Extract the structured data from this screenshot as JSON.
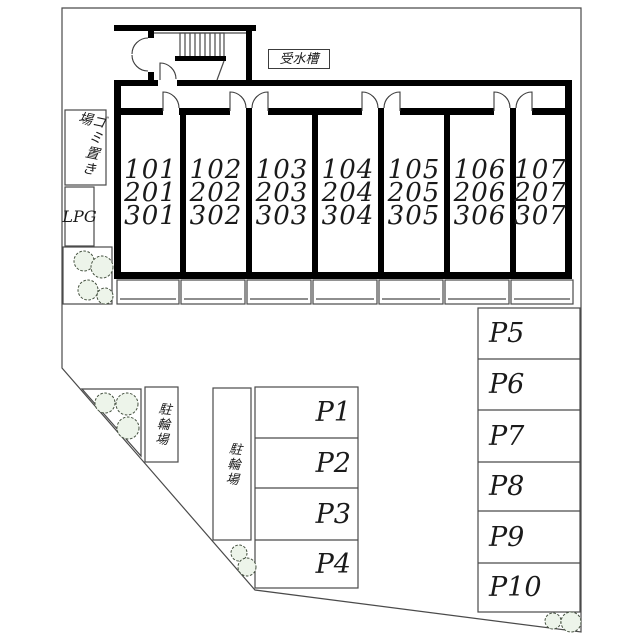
{
  "labels": {
    "water_tank": "受水槽",
    "garbage_area": "ゴミ置き場",
    "lpg": "LPG",
    "bicycle_parking_left": "駐輪場",
    "bicycle_parking_middle": "駐輪場"
  },
  "building": {
    "units": [
      {
        "lines": [
          "101",
          "201",
          "301"
        ]
      },
      {
        "lines": [
          "102",
          "202",
          "302"
        ]
      },
      {
        "lines": [
          "103",
          "203",
          "303"
        ]
      },
      {
        "lines": [
          "104",
          "204",
          "304"
        ]
      },
      {
        "lines": [
          "105",
          "205",
          "305"
        ]
      },
      {
        "lines": [
          "106",
          "206",
          "306"
        ]
      },
      {
        "lines": [
          "107",
          "207",
          "307"
        ]
      }
    ]
  },
  "parking": {
    "center_column": [
      "P1",
      "P2",
      "P3",
      "P4"
    ],
    "right_column": [
      "P5",
      "P6",
      "P7",
      "P8",
      "P9",
      "P10"
    ]
  },
  "colors": {
    "wall": "#000000",
    "line": "#4a4a4a",
    "text": "#1a1a1a",
    "shrub_fill": "#edf4ea",
    "shrub_stroke": "#44503f"
  }
}
